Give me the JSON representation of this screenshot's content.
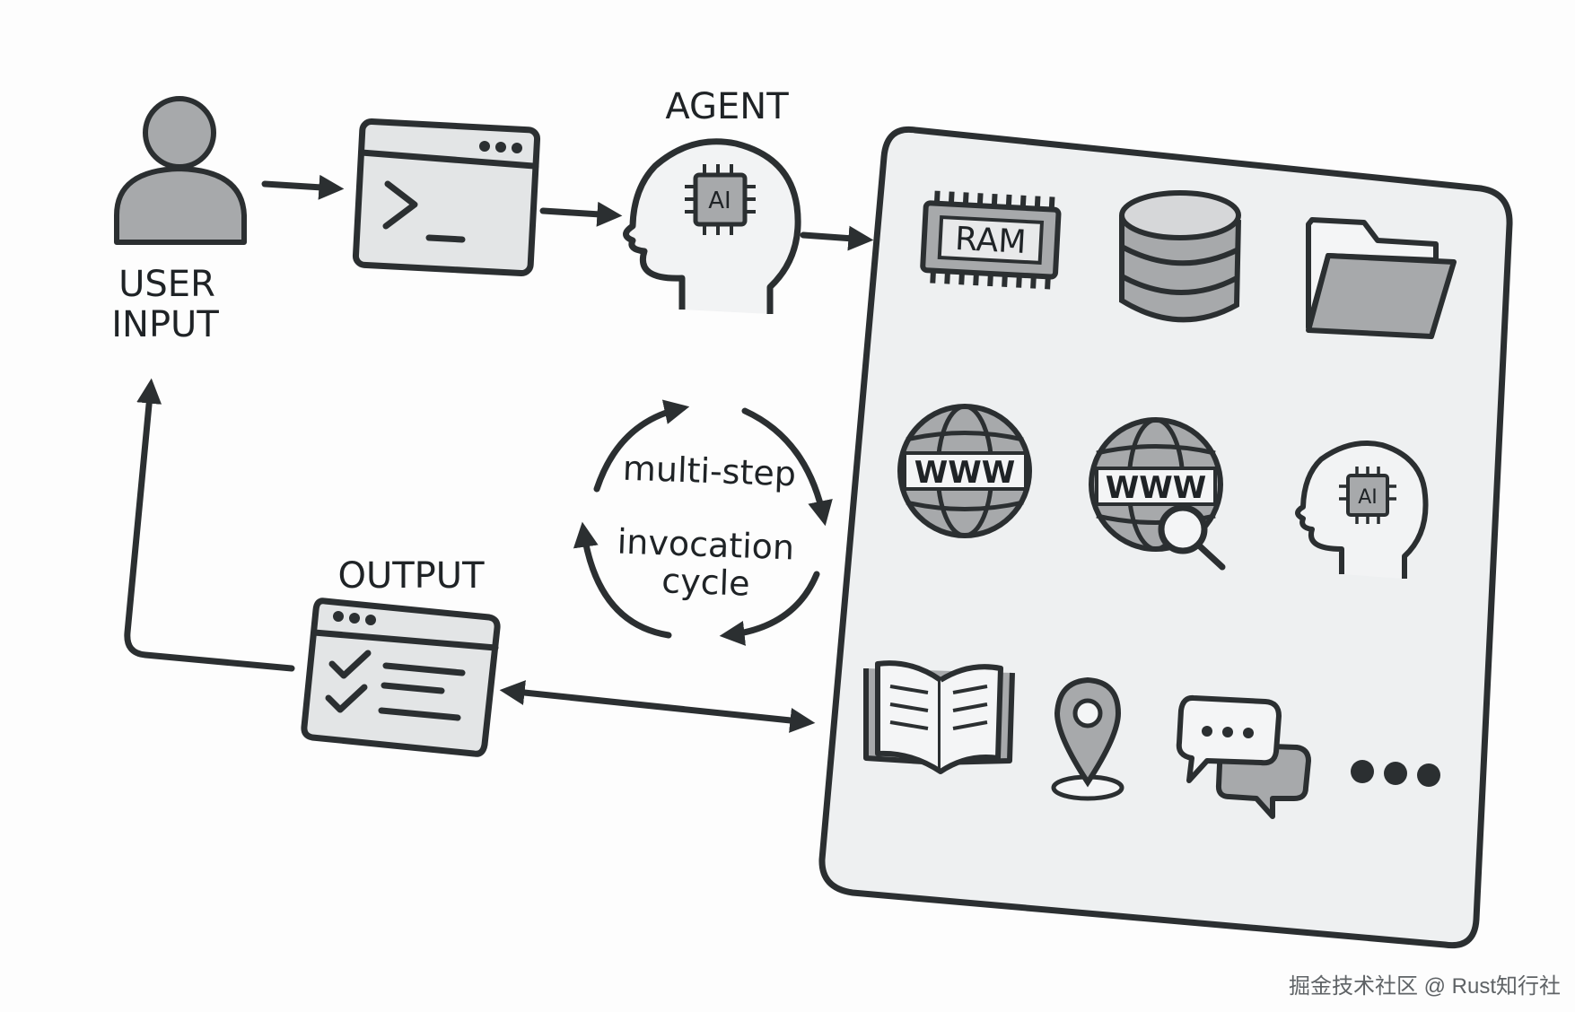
{
  "labels": {
    "user_input_line1": "USER",
    "user_input_line2": "INPUT",
    "agent": "AGENT",
    "output": "OUTPUT",
    "cycle_line1": "multi-step",
    "cycle_line2": "invocation",
    "cycle_line3": "cycle"
  },
  "icons": {
    "user": "user-icon",
    "terminal": "terminal-icon",
    "agent": "ai-head-icon",
    "output": "checklist-window-icon"
  },
  "tools": [
    {
      "icon": "ram-chip-icon",
      "text": "RAM"
    },
    {
      "icon": "database-icon",
      "text": ""
    },
    {
      "icon": "folder-icon",
      "text": ""
    },
    {
      "icon": "globe-www-icon",
      "text": "WWW"
    },
    {
      "icon": "web-search-icon",
      "text": "WWW"
    },
    {
      "icon": "ai-head-icon",
      "text": "AI"
    },
    {
      "icon": "book-icon",
      "text": ""
    },
    {
      "icon": "location-pin-icon",
      "text": ""
    },
    {
      "icon": "chat-bubbles-icon",
      "text": ""
    },
    {
      "icon": "more-icon",
      "text": ""
    }
  ],
  "ai_chip_text": "AI",
  "watermark": "掘金技术社区 @ Rust知行社",
  "colors": {
    "stroke": "#2b2f31",
    "icon_gray": "#a7a9ab",
    "panel_fill": "#eef0f1",
    "background": "#fdfdfd"
  }
}
